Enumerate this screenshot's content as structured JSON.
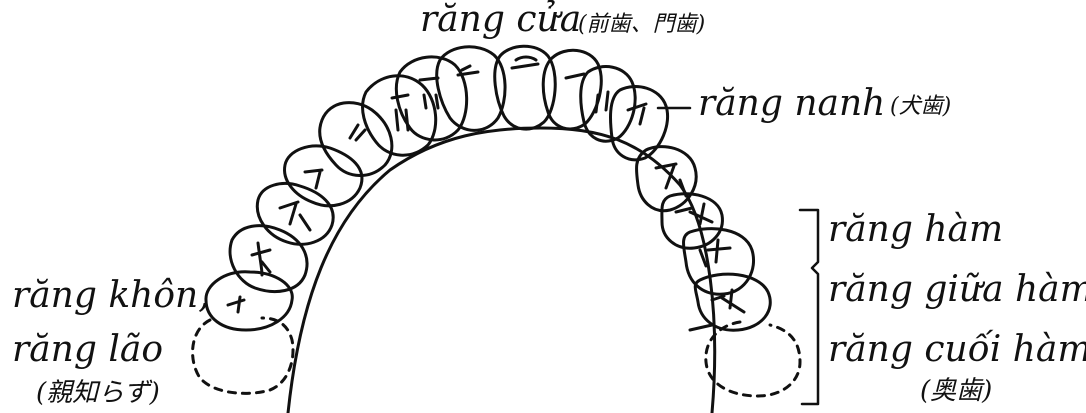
{
  "labels": {
    "incisors": "răng cửa",
    "incisors_ja": "(前歯、門歯)",
    "canine": "răng nanh",
    "canine_ja": "(犬歯)",
    "molars": "răng hàm",
    "mid_molars": "răng giữa hàm",
    "back_molars": "răng cuối hàm",
    "molars_ja": "(奥歯)",
    "wisdom_1": "răng khôn,",
    "wisdom_2": "răng lão",
    "wisdom_ja": "(親知らず)"
  },
  "colors": {
    "ink": "#111111",
    "paper": "#ffffff"
  }
}
